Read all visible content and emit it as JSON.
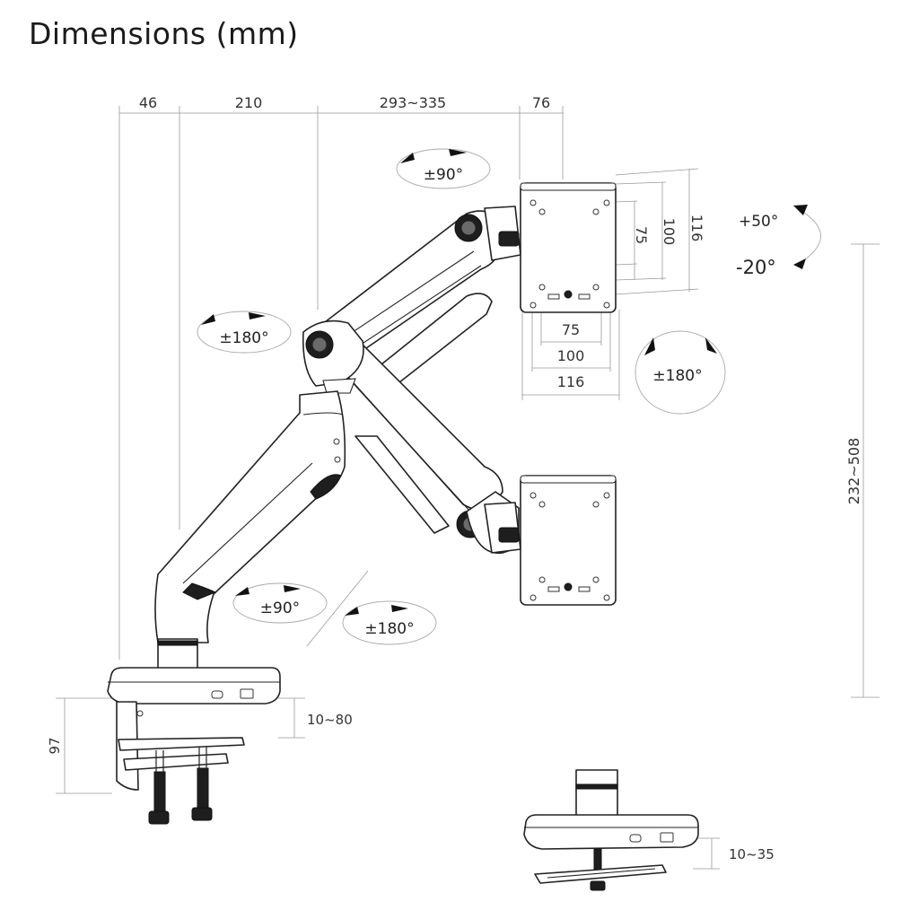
{
  "title": "Dimensions (mm)",
  "top_dimensions": [
    "46",
    "210",
    "293~335",
    "76"
  ],
  "vesa": {
    "vertical": [
      "75",
      "100",
      "116"
    ],
    "horizontal": [
      "75",
      "100",
      "116"
    ]
  },
  "rotations": {
    "head_swivel": "±90°",
    "arm_rotation": "±180°",
    "screen_rotation": "±180°",
    "tilt_up": "+50°",
    "tilt_down": "-20°",
    "base_swivel": "±90°",
    "base_rotation": "±180°"
  },
  "height_range": "232~508",
  "clamp_height": "97",
  "clamp_range": "10~80",
  "grommet_range": "10~35"
}
